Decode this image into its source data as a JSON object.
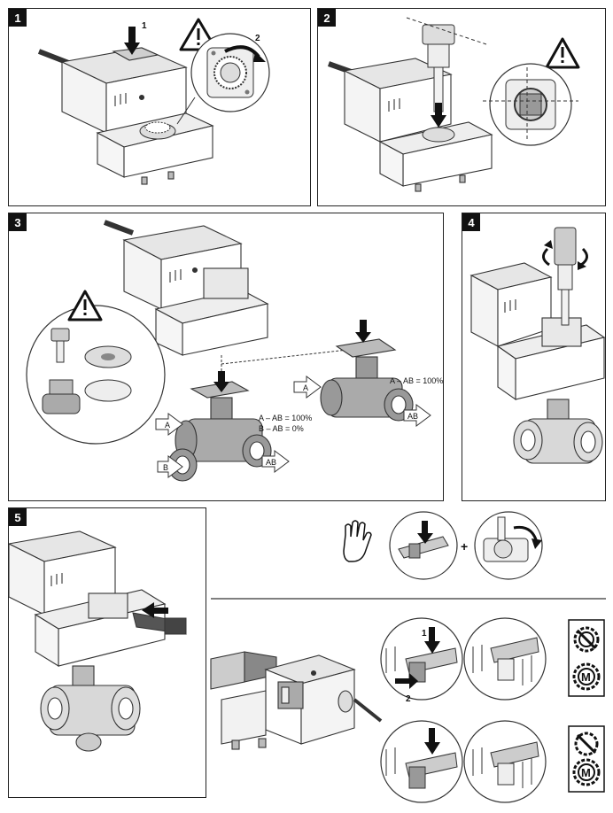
{
  "panels": [
    {
      "number": "1"
    },
    {
      "number": "2"
    },
    {
      "number": "3"
    },
    {
      "number": "4"
    },
    {
      "number": "5"
    }
  ],
  "panel1": {
    "step_a": "1",
    "step_b": "2"
  },
  "panel3": {
    "port_a": "A",
    "port_b": "B",
    "port_ab": "AB",
    "three_way_line1": "A – AB = 100%",
    "three_way_line2": "B – AB =     0%",
    "two_way_port_a": "A",
    "two_way_port_ab": "AB",
    "two_way_line": "A – AB = 100%"
  },
  "manual": {
    "plus": "+",
    "step_1": "1",
    "step_2": "2"
  },
  "badges": {
    "motor_letter": "M"
  },
  "icons": [
    "warning-icon",
    "hand-icon",
    "rotate-arrow-icon",
    "push-arrow-icon",
    "no-sign-icon",
    "gear-icon"
  ]
}
